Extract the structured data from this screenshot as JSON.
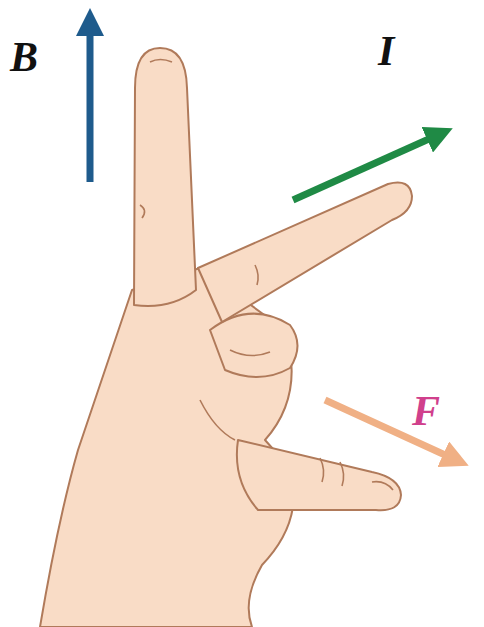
{
  "diagram": {
    "labels": [
      "B",
      "I",
      "F"
    ]
  }
}
